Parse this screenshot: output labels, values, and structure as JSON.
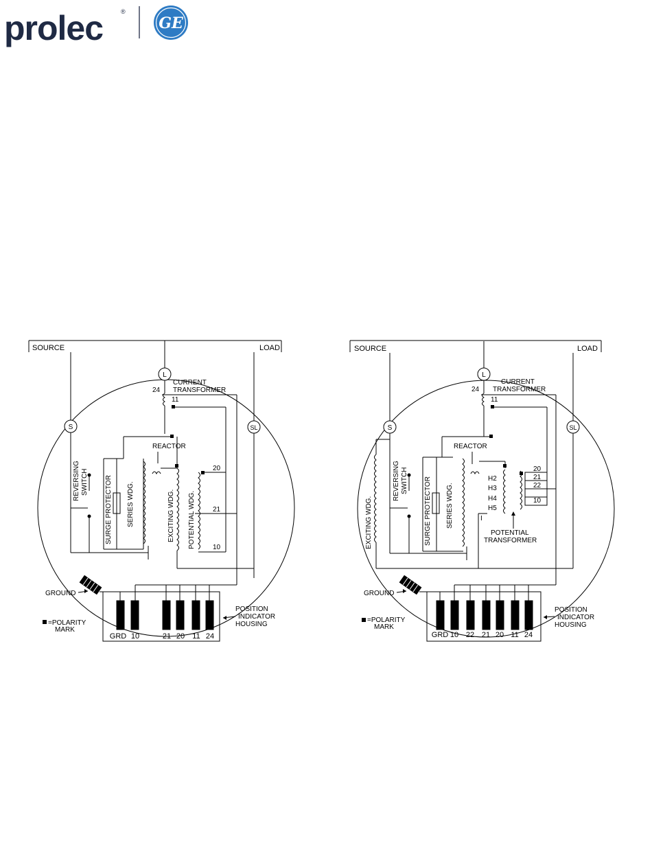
{
  "brand": {
    "prolec_wordmark": "prolec",
    "registered_mark": "®",
    "ge_monogram": "GE",
    "ge_blue": "#2e7bc4",
    "prolec_navy": "#1f2a44"
  },
  "left_diagram": {
    "source": "SOURCE",
    "load": "LOAD",
    "terminal_l": "L",
    "terminal_s": "S",
    "terminal_sl": "SL",
    "ct_line1": "CURRENT",
    "ct_line2": "TRANSFORMER",
    "ct_24": "24",
    "ct_11": "11",
    "reactor": "REACTOR",
    "reversing_1": "REVERSING",
    "reversing_2": "SWITCH",
    "surge": "SURGE PROTECTOR",
    "series": "SERIES WDG.",
    "exciting": "EXCITING WDG.",
    "potential": "POTENTIAL WDG.",
    "tap_20": "20",
    "tap_21": "21",
    "tap_10": "10",
    "ground": "GROUND",
    "polarity_1": "=POLARITY",
    "polarity_2": "MARK",
    "position_1": "POSITION",
    "position_2": "INDICATOR",
    "position_3": "HOUSING",
    "terminals": [
      "GRD",
      "10",
      "21",
      "20",
      "11",
      "24"
    ]
  },
  "right_diagram": {
    "source": "SOURCE",
    "load": "LOAD",
    "terminal_l": "L",
    "terminal_s": "S",
    "terminal_sl": "SL",
    "ct_line1": "CURRENT",
    "ct_line2": "TRANSFORMER",
    "ct_24": "24",
    "ct_11": "11",
    "reactor": "REACTOR",
    "reversing_1": "REVERSING",
    "reversing_2": "SWITCH",
    "exciting": "EXCITING WDG.",
    "surge": "SURGE PROTECTOR",
    "series": "SERIES WDG.",
    "h2": "H2",
    "h3": "H3",
    "h4": "H4",
    "h5": "H5",
    "pt_1": "POTENTIAL",
    "pt_2": "TRANSFORMER",
    "tap_20": "20",
    "tap_21": "21",
    "tap_22": "22",
    "tap_10": "10",
    "ground": "GROUND",
    "polarity_1": "=POLARITY",
    "polarity_2": "MARK",
    "position_1": "POSITION",
    "position_2": "INDICATOR",
    "position_3": "HOUSING",
    "terminals": [
      "GRD",
      "10",
      "22",
      "21",
      "20",
      "11",
      "24"
    ]
  }
}
